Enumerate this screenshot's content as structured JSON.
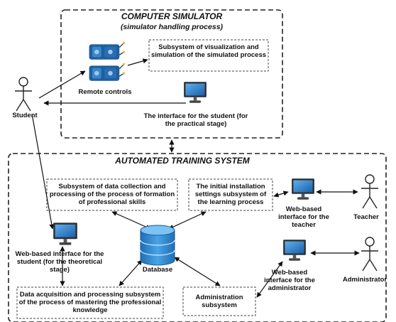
{
  "simulator": {
    "title": "COMPUTER SIMULATOR",
    "subtitle": "(simulator handling process)",
    "remote_controls_label": "Remote controls",
    "visualization_box": "Subsystem of visualization and simulation of the simulated process",
    "student_interface_label": "The interface for the student (for the practical stage)"
  },
  "training": {
    "title": "AUTOMATED TRAINING SYSTEM",
    "data_collection_box": "Subsystem of data collection and processing of the process of formation of professional skills",
    "initial_settings_box": "The initial installation settings subsystem of the learning process",
    "database_label": "Database",
    "teacher_interface_label": "Web-based interface for the teacher",
    "admin_interface_label": "Web-based interface for the administrator",
    "student_theory_label": "Web-based interface for the student (for the theoretical stage)",
    "data_acquisition_box": "Data acquisition and processing subsystem of the process of mastering the professional knowledge",
    "administration_box": "Administration subsystem"
  },
  "actors": {
    "student": "Student",
    "teacher": "Teacher",
    "administrator": "Administrator"
  },
  "icons": [
    "monitor-icon",
    "person-icon",
    "database-icon",
    "remote-control-icon"
  ]
}
